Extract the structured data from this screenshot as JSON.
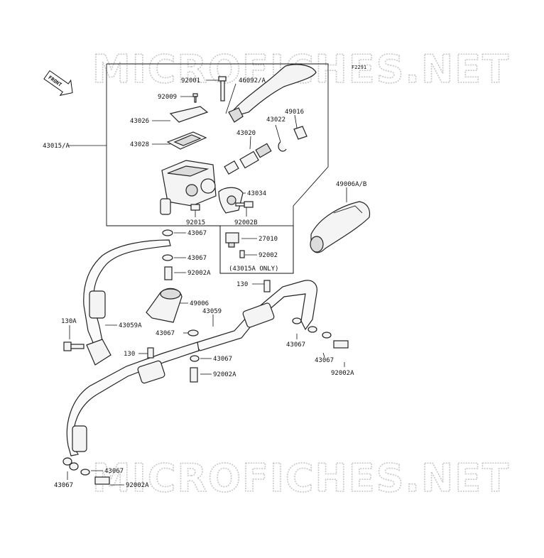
{
  "figure_code": "F2291",
  "front_label": "FRONT",
  "watermarks": [
    "MICROFICHES.NET",
    "MICROFICHES.NET"
  ],
  "subassembly_note": "(43015A ONLY)",
  "callouts": {
    "p92001": "92001",
    "p46092A": "46092/A",
    "p92009": "92009",
    "p43026": "43026",
    "p43028": "43028",
    "p43015A": "43015/A",
    "p43020": "43020",
    "p43022": "43022",
    "p49016": "49016",
    "p43034": "43034",
    "p92002B": "92002B",
    "p92015": "92015",
    "p27010": "27010",
    "p92002": "92002",
    "p49006AB": "49006A/B",
    "p43067a": "43067",
    "p43067b": "43067",
    "p92002Aa": "92002A",
    "p49006": "49006",
    "p43059": "43059",
    "p43067c": "43067",
    "p130a": "130",
    "p43059A": "43059A",
    "p130A": "130A",
    "p130b": "130",
    "p43067d": "43067",
    "p92002Ab": "92002A",
    "p43067e": "43067",
    "p43067f": "43067",
    "p92002Ac": "92002A",
    "p43067g": "43067",
    "p43067h": "43067",
    "p92002Ad": "92002A"
  }
}
